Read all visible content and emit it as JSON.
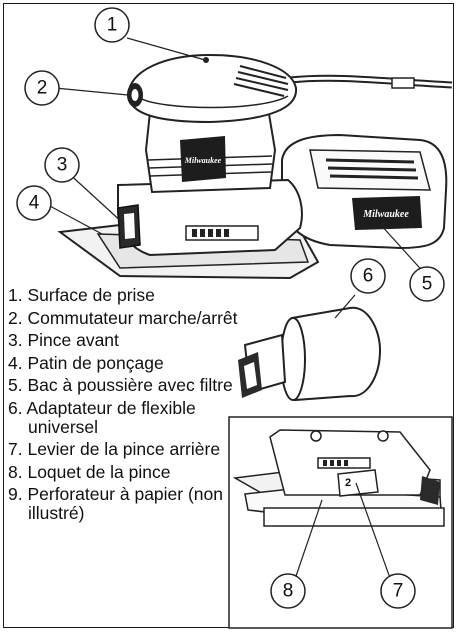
{
  "callouts": {
    "c1": "1",
    "c2": "2",
    "c3": "3",
    "c4": "4",
    "c5": "5",
    "c6": "6",
    "c7": "7",
    "c8": "8",
    "lever_mark": "2"
  },
  "parts": [
    "1. Surface de prise",
    "2. Commutateur marche/arrêt",
    "3. Pince avant",
    "4. Patin de ponçage",
    "5. Bac à poussière avec filtre",
    "6. Adaptateur de flexible universel",
    "7. Levier de la pince arrière",
    "8. Loquet de la pince",
    "9. Perforateur à papier (non illustré)"
  ],
  "brand_logo_text": "Milwaukee"
}
